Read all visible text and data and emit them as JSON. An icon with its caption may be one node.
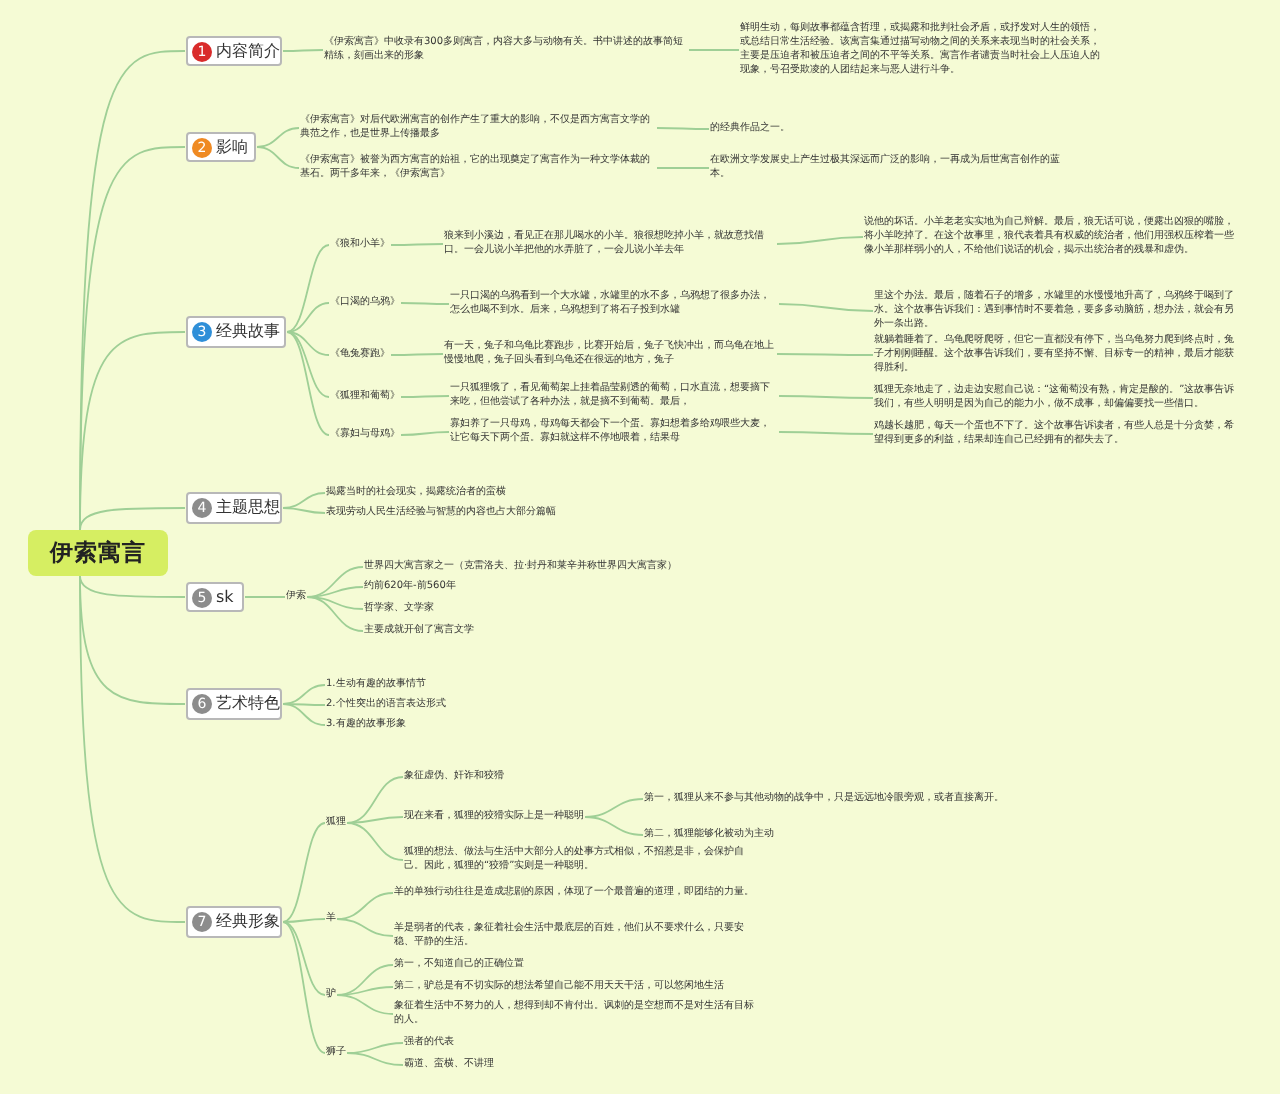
{
  "diagram": {
    "nodes": [
      {
        "text": [
          "伊索寓言"
        ]
      },
      {
        "text": [
          "1",
          "内容简介"
        ]
      },
      {
        "text": [
          "《伊索寓言》中收录有300多则寓言，内容大多与动物有关。书中讲述的故事简短精练，刻画出来的形象"
        ]
      },
      {
        "text": [
          "鲜明生动，每则故事都蕴含哲理，或揭露和批判社会矛盾，或抒发对人生的领悟，或总结日常生活经验。该寓言集通过描写动物之间的关系来表现当时的社会关系，主要是压迫者和被压迫者之间的不平等关系。寓言作者谴责当时社会上人压迫人的现象，号召受欺凌的人团结起来与恶人进行斗争。"
        ]
      },
      {
        "text": [
          "2",
          "影响"
        ]
      },
      {
        "text": [
          "《伊索寓言》对后代欧洲寓言的创作产生了重大的影响，不仅是西方寓言文学的典范之作，也是世界上传播最多"
        ]
      },
      {
        "text": [
          "的经典作品之一。"
        ]
      },
      {
        "text": [
          "《伊索寓言》被誉为西方寓言的始祖，它的出现奠定了寓言作为一种文学体裁的基石。两千多年来，《伊索寓言》"
        ]
      },
      {
        "text": [
          "在欧洲文学发展史上产生过极其深远而广泛的影响，一再成为后世寓言创作的蓝本。"
        ]
      },
      {
        "text": [
          "3",
          "经典故事"
        ]
      },
      {
        "text": [
          "《狼和小羊》"
        ]
      },
      {
        "text": [
          "狼来到小溪边，看见正在那儿喝水的小羊。狼很想吃掉小羊，就故意找借口。一会儿说小羊把他的水弄脏了，一会儿说小羊去年"
        ]
      },
      {
        "text": [
          "说他的坏话。小羊老老实实地为自己辩解。最后，狼无话可说，便露出凶狠的嘴脸，将小羊吃掉了。在这个故事里，狼代表着具有权威的统治者，他们用强权压榨着一些像小羊那样弱小的人，不给他们说话的机会，揭示出统治者的残暴和虚伪。"
        ]
      },
      {
        "text": [
          "《口渴的乌鸦》"
        ]
      },
      {
        "text": [
          "一只口渴的乌鸦看到一个大水罐，水罐里的水不多，乌鸦想了很多办法，怎么也喝不到水。后来，乌鸦想到了将石子投到水罐"
        ]
      },
      {
        "text": [
          "里这个办法。最后，随着石子的增多，水罐里的水慢慢地升高了，乌鸦终于喝到了水。这个故事告诉我们：遇到事情时不要着急，要多多动脑筋，想办法，就会有另外一条出路。"
        ]
      },
      {
        "text": [
          "《龟兔赛跑》"
        ]
      },
      {
        "text": [
          "有一天，兔子和乌龟比赛跑步，比赛开始后，兔子飞快冲出，而乌龟在地上慢慢地爬，兔子回头看到乌龟还在很远的地方，兔子"
        ]
      },
      {
        "text": [
          "就躺着睡着了。乌龟爬呀爬呀，但它一直都没有停下，当乌龟努力爬到终点时，兔子才刚刚睡醒。这个故事告诉我们，要有坚持不懈、目标专一的精神，最后才能获得胜利。"
        ]
      },
      {
        "text": [
          "《狐狸和葡萄》"
        ]
      },
      {
        "text": [
          "一只狐狸饿了，看见葡萄架上挂着晶莹剔透的葡萄，口水直流，想要摘下来吃，但他尝试了各种办法，就是摘不到葡萄。最后，"
        ]
      },
      {
        "text": [
          "狐狸无奈地走了，边走边安慰自己说：“这葡萄没有熟，肯定是酸的。”这故事告诉我们，有些人明明是因为自己的能力小，做不成事，却偏偏要找一些借口。"
        ]
      },
      {
        "text": [
          "《寡妇与母鸡》"
        ]
      },
      {
        "text": [
          "寡妇养了一只母鸡，母鸡每天都会下一个蛋。寡妇想着多给鸡喂些大麦，让它每天下两个蛋。寡妇就这样不停地喂着，结果母"
        ]
      },
      {
        "text": [
          "鸡越长越肥，每天一个蛋也不下了。这个故事告诉读者，有些人总是十分贪婪，希望得到更多的利益，结果却连自己已经拥有的都失去了。"
        ]
      },
      {
        "text": [
          "4",
          "主题思想"
        ]
      },
      {
        "text": [
          "揭露当时的社会现实，揭露统治者的蛮横"
        ]
      },
      {
        "text": [
          "表现劳动人民生活经验与智慧的内容也占大部分篇幅"
        ]
      },
      {
        "text": [
          "5",
          "sk"
        ]
      },
      {
        "text": [
          "伊索"
        ]
      },
      {
        "text": [
          "世界四大寓言家之一（克雷洛夫、拉·封丹和莱辛并称世界四大寓言家）"
        ]
      },
      {
        "text": [
          "约前620年-前560年"
        ]
      },
      {
        "text": [
          "哲学家、文学家"
        ]
      },
      {
        "text": [
          "主要成就开创了寓言文学"
        ]
      },
      {
        "text": [
          "6",
          "艺术特色"
        ]
      },
      {
        "text": [
          "1.生动有趣的故事情节"
        ]
      },
      {
        "text": [
          "2.个性突出的语言表达形式"
        ]
      },
      {
        "text": [
          "3.有趣的故事形象"
        ]
      },
      {
        "text": [
          "7",
          "经典形象"
        ]
      },
      {
        "text": [
          "狐狸"
        ]
      },
      {
        "text": [
          "象征虚伪、奸诈和狡猾"
        ]
      },
      {
        "text": [
          "现在来看，狐狸的狡猾实际上是一种聪明"
        ]
      },
      {
        "text": [
          "第一，狐狸从来不参与其他动物的战争中，只是远远地冷眼旁观，或者直接离开。"
        ]
      },
      {
        "text": [
          "第二，狐狸能够化被动为主动"
        ]
      },
      {
        "text": [
          "狐狸的想法、做法与生活中大部分人的处事方式相似，不招惹是非，会保护自己。因此，狐狸的“狡猾”实则是一种聪明。"
        ]
      },
      {
        "text": [
          "羊"
        ]
      },
      {
        "text": [
          "羊的单独行动往往是造成悲剧的原因，体现了一个最普遍的道理，即团结的力量。"
        ]
      },
      {
        "text": [
          "羊是弱者的代表，象征着社会生活中最底层的百姓，他们从不要求什么，只要安稳、平静的生活。"
        ]
      },
      {
        "text": [
          "驴"
        ]
      },
      {
        "text": [
          "第一，不知道自己的正确位置"
        ]
      },
      {
        "text": [
          "第二，驴总是有不切实际的想法希望自己能不用天天干活，可以悠闲地生活"
        ]
      },
      {
        "text": [
          "象征着生活中不努力的人，想得到却不肯付出。讽刺的是空想而不是对生活有目标的人。"
        ]
      },
      {
        "text": [
          "狮子"
        ]
      },
      {
        "text": [
          "强者的代表"
        ]
      },
      {
        "text": [
          "霸道、蛮横、不讲理"
        ]
      }
    ],
    "edges": [
      {
        "from": 0,
        "to": 1,
        "arrow": "none"
      },
      {
        "from": 1,
        "to": 2,
        "arrow": "none"
      },
      {
        "from": 2,
        "to": 3,
        "arrow": "none"
      },
      {
        "from": 0,
        "to": 4,
        "arrow": "none"
      },
      {
        "from": 4,
        "to": 5,
        "arrow": "none"
      },
      {
        "from": 5,
        "to": 6,
        "arrow": "none"
      },
      {
        "from": 4,
        "to": 7,
        "arrow": "none"
      },
      {
        "from": 7,
        "to": 8,
        "arrow": "none"
      },
      {
        "from": 0,
        "to": 9,
        "arrow": "none"
      },
      {
        "from": 9,
        "to": 10,
        "arrow": "none"
      },
      {
        "from": 10,
        "to": 11,
        "arrow": "none"
      },
      {
        "from": 11,
        "to": 12,
        "arrow": "none"
      },
      {
        "from": 9,
        "to": 13,
        "arrow": "none"
      },
      {
        "from": 13,
        "to": 14,
        "arrow": "none"
      },
      {
        "from": 14,
        "to": 15,
        "arrow": "none"
      },
      {
        "from": 9,
        "to": 16,
        "arrow": "none"
      },
      {
        "from": 16,
        "to": 17,
        "arrow": "none"
      },
      {
        "from": 17,
        "to": 18,
        "arrow": "none"
      },
      {
        "from": 9,
        "to": 19,
        "arrow": "none"
      },
      {
        "from": 19,
        "to": 20,
        "arrow": "none"
      },
      {
        "from": 20,
        "to": 21,
        "arrow": "none"
      },
      {
        "from": 9,
        "to": 22,
        "arrow": "none"
      },
      {
        "from": 22,
        "to": 23,
        "arrow": "none"
      },
      {
        "from": 23,
        "to": 24,
        "arrow": "none"
      },
      {
        "from": 0,
        "to": 25,
        "arrow": "none"
      },
      {
        "from": 25,
        "to": 26,
        "arrow": "none"
      },
      {
        "from": 25,
        "to": 27,
        "arrow": "none"
      },
      {
        "from": 0,
        "to": 28,
        "arrow": "none"
      },
      {
        "from": 28,
        "to": 29,
        "arrow": "none"
      },
      {
        "from": 29,
        "to": 30,
        "arrow": "none"
      },
      {
        "from": 29,
        "to": 31,
        "arrow": "none"
      },
      {
        "from": 29,
        "to": 32,
        "arrow": "none"
      },
      {
        "from": 29,
        "to": 33,
        "arrow": "none"
      },
      {
        "from": 0,
        "to": 34,
        "arrow": "none"
      },
      {
        "from": 34,
        "to": 35,
        "arrow": "none"
      },
      {
        "from": 34,
        "to": 36,
        "arrow": "none"
      },
      {
        "from": 34,
        "to": 37,
        "arrow": "none"
      },
      {
        "from": 0,
        "to": 38,
        "arrow": "none"
      },
      {
        "from": 38,
        "to": 39,
        "arrow": "none"
      },
      {
        "from": 39,
        "to": 40,
        "arrow": "none"
      },
      {
        "from": 39,
        "to": 41,
        "arrow": "none"
      },
      {
        "from": 41,
        "to": 42,
        "arrow": "none"
      },
      {
        "from": 41,
        "to": 43,
        "arrow": "none"
      },
      {
        "from": 39,
        "to": 44,
        "arrow": "none"
      },
      {
        "from": 38,
        "to": 45,
        "arrow": "none"
      },
      {
        "from": 45,
        "to": 46,
        "arrow": "none"
      },
      {
        "from": 45,
        "to": 47,
        "arrow": "none"
      },
      {
        "from": 38,
        "to": 48,
        "arrow": "none"
      },
      {
        "from": 48,
        "to": 49,
        "arrow": "none"
      },
      {
        "from": 48,
        "to": 50,
        "arrow": "none"
      },
      {
        "from": 48,
        "to": 51,
        "arrow": "none"
      },
      {
        "from": 38,
        "to": 52,
        "arrow": "none"
      },
      {
        "from": 52,
        "to": 53,
        "arrow": "none"
      },
      {
        "from": 52,
        "to": 54,
        "arrow": "none"
      }
    ]
  }
}
